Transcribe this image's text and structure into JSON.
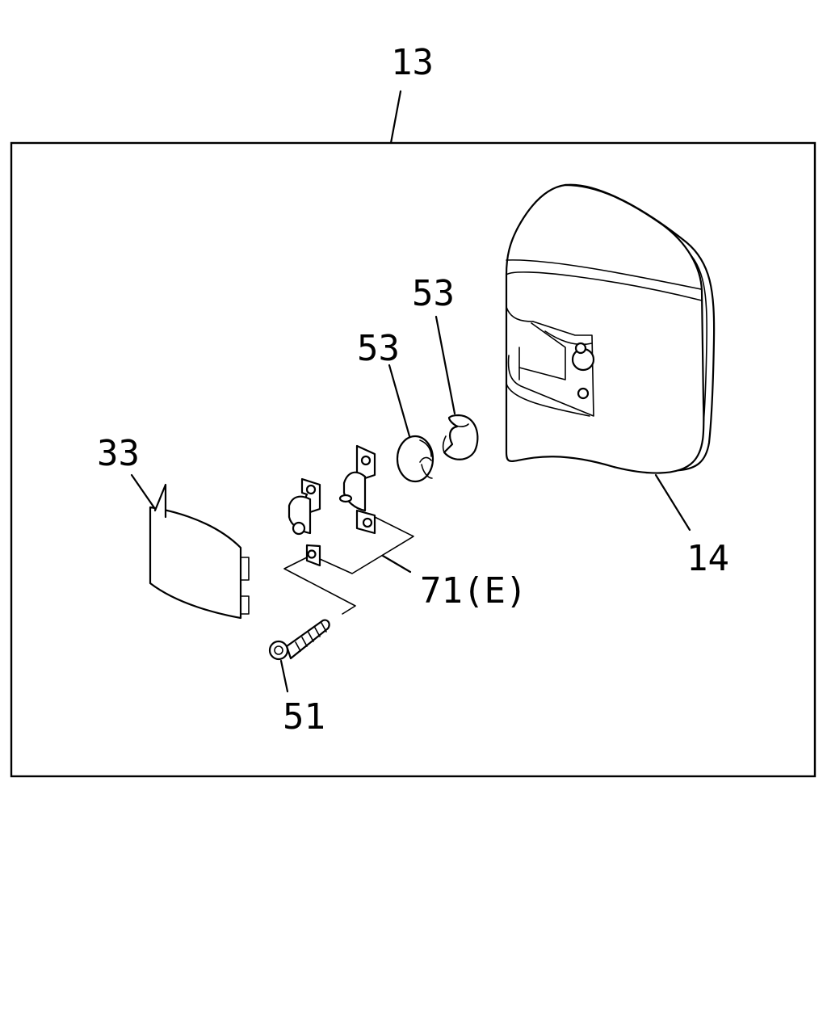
{
  "diagram": {
    "callouts": {
      "c13": "13",
      "c53a": "53",
      "c53b": "53",
      "c33": "33",
      "c14": "14",
      "c71": "71(E)",
      "c51": "51"
    },
    "parts": [
      {
        "callout": "13",
        "icon": "mirror-assembly-frame"
      },
      {
        "callout": "14",
        "icon": "mirror-head"
      },
      {
        "callout": "53",
        "icon": "bushing"
      },
      {
        "callout": "53",
        "icon": "bushing"
      },
      {
        "callout": "33",
        "icon": "cover-plate"
      },
      {
        "callout": "71(E)",
        "icon": "bracket-clamp"
      },
      {
        "callout": "51",
        "icon": "screw"
      }
    ]
  }
}
